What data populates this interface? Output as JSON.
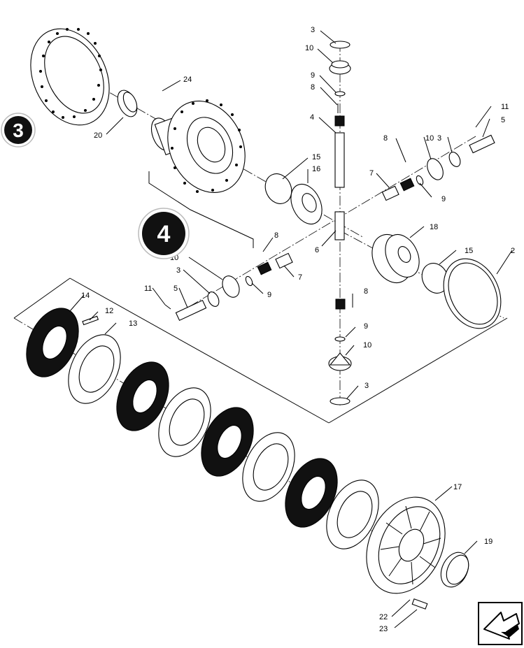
{
  "callouts": {
    "group_3": "3",
    "group_4": "4"
  },
  "labels": {
    "l1": "3",
    "l2": "10",
    "l3": "9",
    "l4": "8",
    "l5": "4",
    "l6": "24",
    "l7": "20",
    "l8": "11",
    "l9": "5",
    "l10": "8",
    "l11": "10",
    "l12": "3",
    "l13": "7",
    "l14": "9",
    "l15": "15",
    "l16": "16",
    "l17": "8",
    "l18": "10",
    "l19": "3",
    "l20": "7",
    "l21": "9",
    "l22": "6",
    "l23": "18",
    "l24": "15",
    "l25": "2",
    "l26": "11",
    "l27": "5",
    "l28": "14",
    "l29": "12",
    "l30": "13",
    "l31": "8",
    "l32": "9",
    "l33": "10",
    "l34": "3",
    "l35": "17",
    "l36": "19",
    "l37": "22",
    "l38": "23"
  },
  "icons": {
    "nav": "arrow-down-left-icon"
  }
}
